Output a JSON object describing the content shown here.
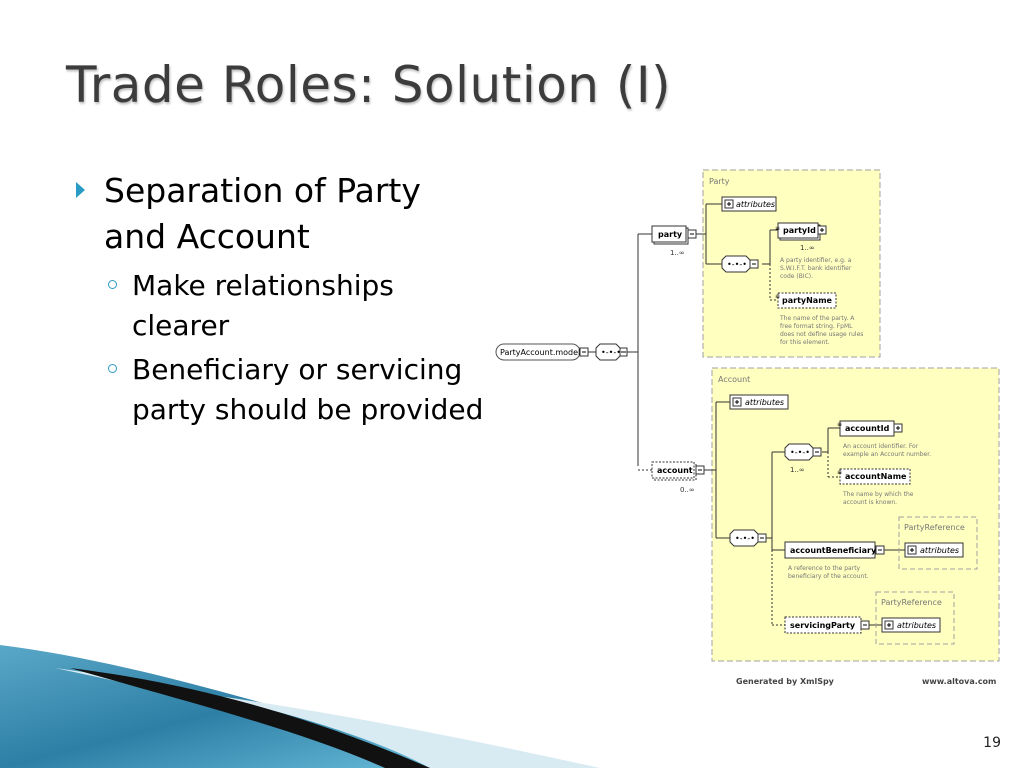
{
  "slide": {
    "title": "Trade Roles: Solution (I)",
    "bullet": "Separation of Party and Account",
    "sub_bullets": [
      "Make relationships clearer",
      "Beneficiary or servicing party should be provided"
    ],
    "page_number": "19"
  },
  "diagram": {
    "root": "PartyAccount.model",
    "party_group_title": "Party",
    "party": "party",
    "party_cardinality": "1..∞",
    "attributes": "attributes",
    "party_id": "partyId",
    "party_id_cardinality": "1..∞",
    "party_id_note": [
      "A party identifier, e.g. a",
      "S.W.I.F.T. bank identifier",
      "code (BIC)."
    ],
    "party_name": "partyName",
    "party_name_note": [
      "The name of the party. A",
      "free format string. FpML",
      "does not define usage rules",
      "for this element."
    ],
    "account_group_title": "Account",
    "account": "account",
    "account_cardinality": "0..∞",
    "account_id": "accountId",
    "account_id_note": [
      "An account identifier. For",
      "example an Account number."
    ],
    "account_seq_cardinality": "1..∞",
    "account_name": "accountName",
    "account_name_note": [
      "The name by which the",
      "account is known."
    ],
    "account_beneficiary": "accountBeneficiary",
    "account_beneficiary_note": [
      "A reference to the party",
      "beneficiary of the account."
    ],
    "party_reference": "PartyReference",
    "servicing_party": "servicingParty",
    "footer_left": "Generated by XmlSpy",
    "footer_right": "www.altova.com"
  },
  "colors": {
    "accent": "#2a9bc4",
    "group_fill": "#ffffc0"
  }
}
